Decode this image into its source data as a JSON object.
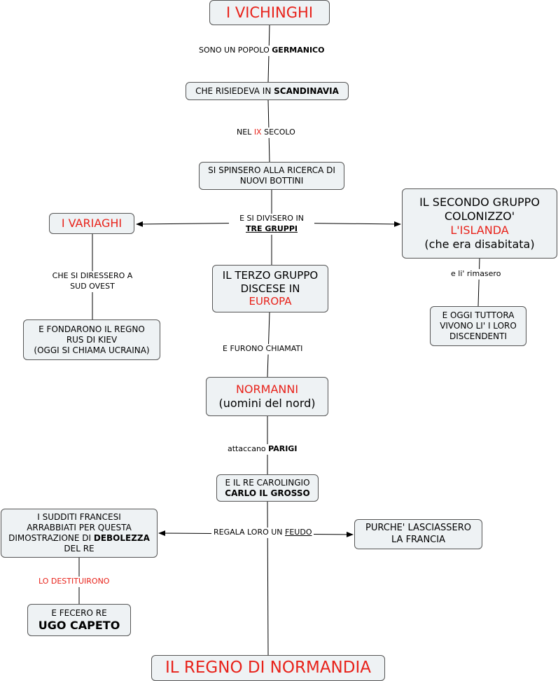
{
  "nodes": {
    "vichinghi": "I VICHINGHI",
    "scandinavia": {
      "pre": "CHE RISIEDEVA IN ",
      "bold": "SCANDINAVIA"
    },
    "bottini": {
      "l1": "SI SPINSERO ALLA RICERCA DI",
      "l2": "NUOVI BOTTINI"
    },
    "variaghi": "I VARIAGHI",
    "kiev": {
      "l1": "E FONDARONO IL REGNO",
      "l2": "RUS DI KIEV",
      "l3": "(OGGI SI CHIAMA UCRAINA)"
    },
    "secondo": {
      "l1": "IL SECONDO GRUPPO",
      "l2": "COLONIZZO'",
      "l3": "L'ISLANDA",
      "l4": "(che era disabitata)"
    },
    "discendenti": {
      "l1": "E OGGI TUTTORA",
      "l2": "VIVONO LI' I LORO",
      "l3": "DISCENDENTI"
    },
    "terzo": {
      "l1": "IL TERZO GRUPPO",
      "l2": "DISCESE IN",
      "l3": "EUROPA"
    },
    "normanni": {
      "l1": "NORMANNI",
      "l2": "(uomini del nord)"
    },
    "carlo": {
      "l1": "E IL RE CAROLINGIO",
      "l2": "CARLO IL GROSSO"
    },
    "sudditi": {
      "l1": "I SUDDITI FRANCESI",
      "l2": "ARRABBIATI PER QUESTA",
      "l3_pre": "DIMOSTRAZIONE DI ",
      "l3_bold": "DEBOLEZZA",
      "l4": "DEL RE"
    },
    "lasciassero": {
      "l1": "PURCHE' LASCIASSERO",
      "l2": "LA FRANCIA"
    },
    "capeto": {
      "l1": "E FECERO RE",
      "l2": "UGO CAPETO"
    },
    "normandia": "IL REGNO DI NORMANDIA"
  },
  "labels": {
    "germanico": {
      "pre": "SONO UN POPOLO ",
      "bold": "GERMANICO"
    },
    "secolo": {
      "pre": "NEL ",
      "red": "IX",
      "post": " SECOLO"
    },
    "divisero": {
      "l1": "E SI DIVISERO IN",
      "l2": "TRE GRUPPI"
    },
    "sudovest": {
      "l1": "CHE SI DIRESSERO A",
      "l2": "SUD OVEST"
    },
    "rimasero": "e li' rimasero",
    "chiamati": "E FURONO CHIAMATI",
    "parigi": {
      "pre": "attaccano ",
      "bold": "PARIGI"
    },
    "feudo": {
      "pre": "REGALA LORO UN ",
      "underline": "FEUDO"
    },
    "destituirono": "LO DESTITUIRONO"
  },
  "colors": {
    "accent_red": "#e8221a",
    "node_fill": "#eef2f4",
    "node_border": "#555555"
  }
}
